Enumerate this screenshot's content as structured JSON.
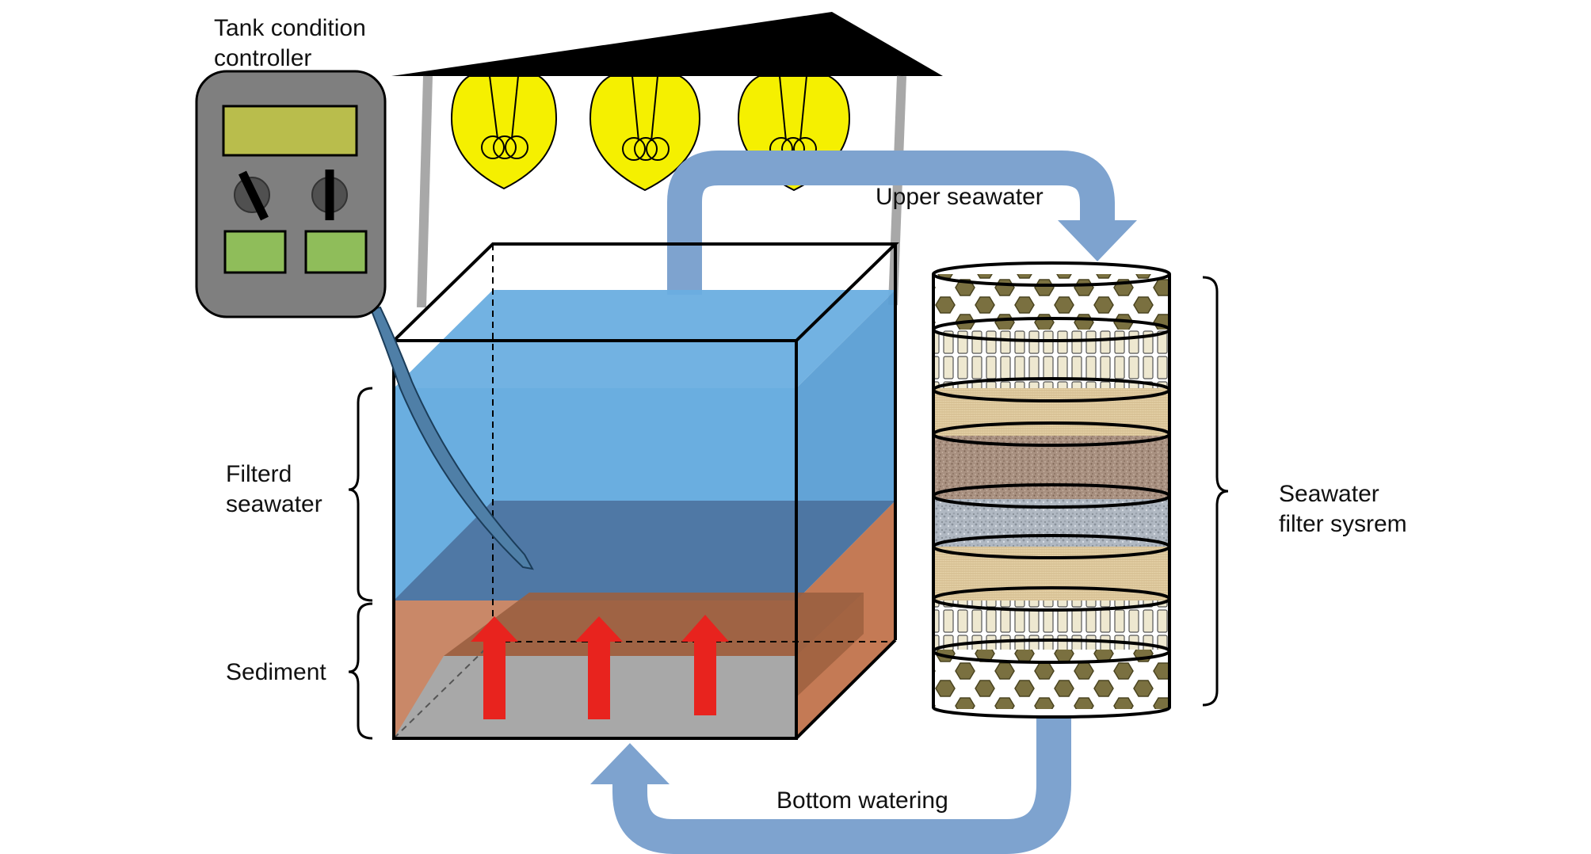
{
  "labels": {
    "controller": [
      "Tank condition",
      "controller"
    ],
    "upper_seawater": "Upper seawater",
    "filtered_seawater": [
      "Filterd",
      "seawater"
    ],
    "sediment": "Sediment",
    "filter_system": [
      "Seawater",
      "filter sysrem"
    ],
    "bottom_watering": "Bottom watering"
  },
  "colors": {
    "water": "#4a9cd8",
    "sediment": "#b8704a",
    "flow_arrow": "#7ea3cf",
    "up_arrow": "#e8231e",
    "bulb": "#f5f000",
    "controller_body": "#7f7f7f",
    "display": "#b9bd4c",
    "buttons": "#8fbd5a",
    "hex_media": "#7a7040"
  },
  "icons": [
    "light-bulb-icon",
    "lamp-shade",
    "controller-knob-icon",
    "up-arrow-icon",
    "flow-arrow-icon"
  ]
}
